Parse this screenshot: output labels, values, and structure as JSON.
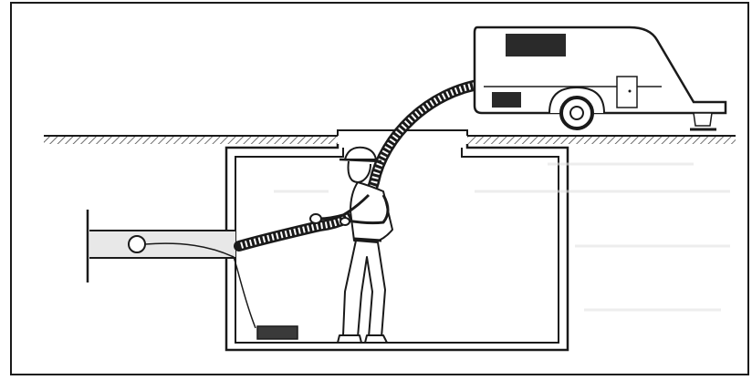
{
  "figure": {
    "subject": "sewer-cleaning-illustration",
    "parts": {
      "ground": "ground-line",
      "pit": "underground-pit",
      "pipe": "horizontal-drain-pipe",
      "trailer": "vacuum-trailer",
      "hose": "suction-hose",
      "worker": "worker-holding-hose"
    },
    "colors": {
      "ink": "#1a1a1a",
      "paper": "#ffffff",
      "shade": "#dcdcdc",
      "pipe_fill": "#e8e8e8",
      "hatch": "#4a4a4a"
    }
  }
}
